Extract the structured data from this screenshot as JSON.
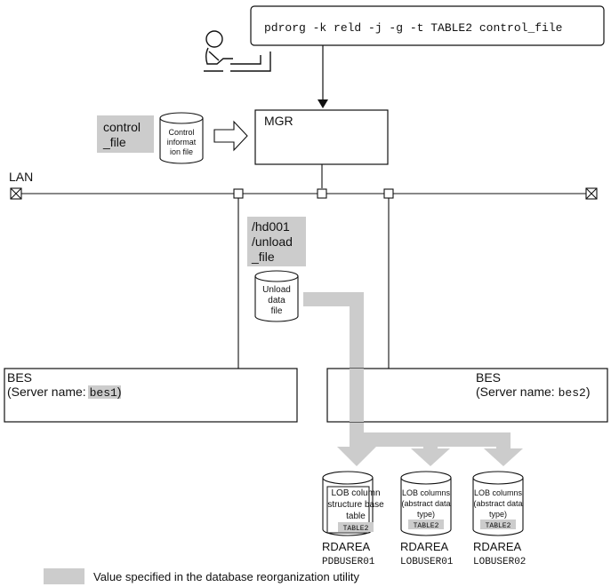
{
  "command": {
    "text": "pdrorg -k reld -j -g -t TABLE2 control_file"
  },
  "control_file": {
    "label_line1": "control",
    "label_line2": "_file",
    "file_line1": "Control",
    "file_line2": "informat",
    "file_line3": "ion file"
  },
  "mgr": {
    "label": "MGR"
  },
  "lan": {
    "label": "LAN"
  },
  "unload_file": {
    "path_line1": "/hd001",
    "path_line2": "/unload",
    "path_line3": "_file",
    "file_line1": "Unload",
    "file_line2": "data",
    "file_line3": "file"
  },
  "bes1": {
    "title": "BES",
    "server_prefix": "(Server name: ",
    "server_name": "bes1",
    "server_suffix": ")"
  },
  "bes2": {
    "title": "BES",
    "server_prefix": "(Server name: ",
    "server_name": "bes2",
    "server_suffix": ")"
  },
  "rdareas": [
    {
      "line1": "LOB column",
      "line2": "structure base",
      "line3": "table",
      "tag": "TABLE2",
      "label": "RDAREA",
      "name": "PDBUSER01"
    },
    {
      "line1": "LOB columns",
      "line2": "(abstract data",
      "line3": "type)",
      "tag": "TABLE2",
      "label": "RDAREA",
      "name": "LOBUSER01"
    },
    {
      "line1": "LOB columns",
      "line2": "(abstract data",
      "line3": "type)",
      "tag": "TABLE2",
      "label": "RDAREA",
      "name": "LOBUSER02"
    }
  ],
  "legend": {
    "text": "Value specified in the database reorganization utility"
  },
  "colors": {
    "highlight": "#cccccc",
    "line": "#111111"
  }
}
